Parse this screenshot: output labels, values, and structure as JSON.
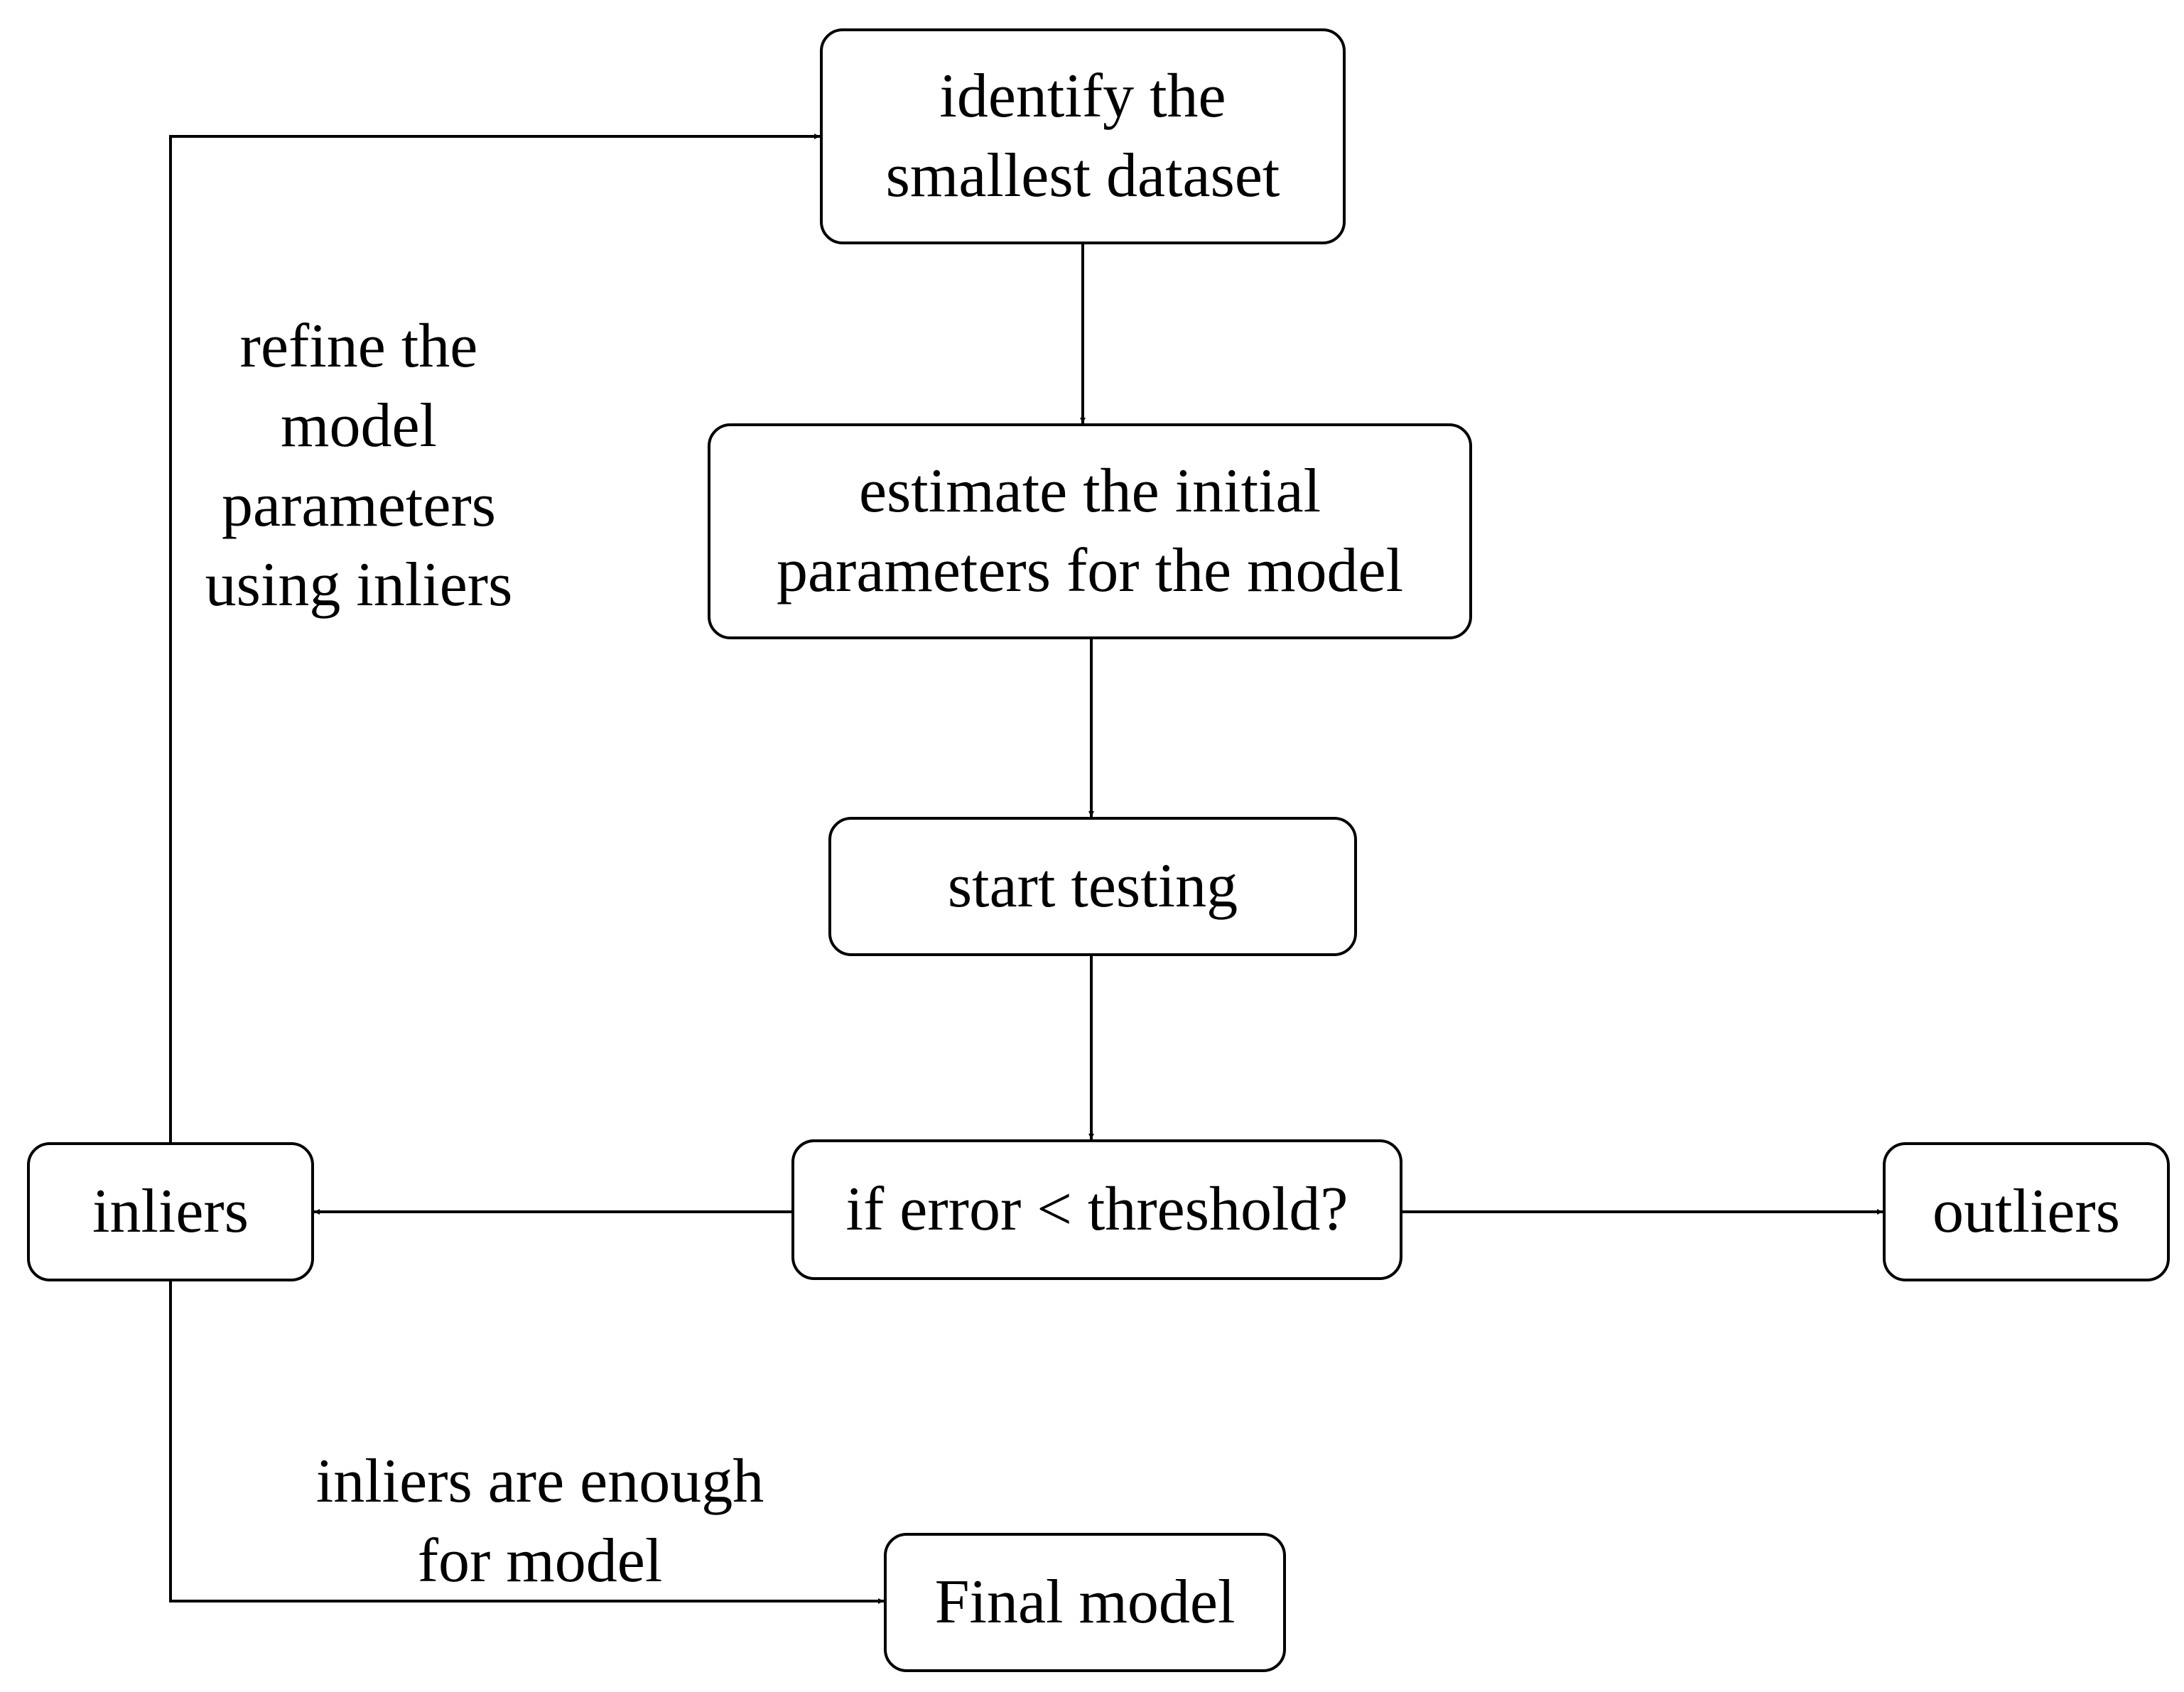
{
  "nodes": {
    "identify": "identify the\nsmallest dataset",
    "estimate": "estimate the initial\nparameters for the model",
    "start_testing": "start testing",
    "decision": "if error < threshold?",
    "inliers": "inliers",
    "outliers": "outliers",
    "final_model": "Final model"
  },
  "edge_labels": {
    "refine": "refine the\nmodel\nparameters\nusing inliers",
    "enough": "inliers are enough\nfor model"
  },
  "colors": {
    "stroke": "#000000",
    "background": "#ffffff"
  }
}
